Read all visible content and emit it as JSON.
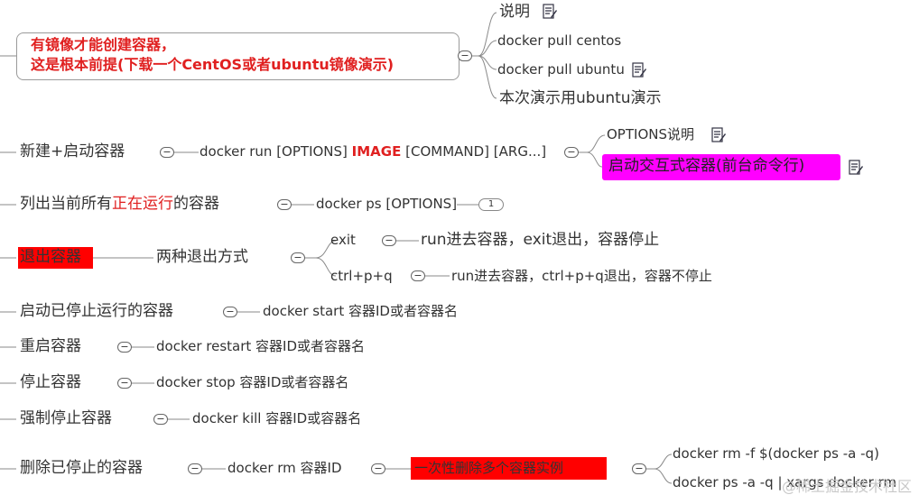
{
  "root": {
    "line1": "有镜像才能创建容器，",
    "line2": "这是根本前提(下载一个CentOS或者ubuntu镜像演示)",
    "children": [
      "说明",
      "docker pull centos",
      "docker pull ubuntu",
      "本次演示用ubuntu演示"
    ]
  },
  "run": {
    "label": "新建+启动容器",
    "cmd_pre": "docker run [OPTIONS] ",
    "cmd_image": "IMAGE",
    "cmd_post": " [COMMAND] [ARG...]",
    "options_note": "OPTIONS说明",
    "interactive": "启动交互式容器(前台命令行)"
  },
  "ps": {
    "label_pre": "列出当前所有",
    "label_red": "正在运行",
    "label_post": "的容器",
    "cmd": "docker ps [OPTIONS]",
    "badge": "1"
  },
  "exit_topic": {
    "label": "退出容器",
    "ways": "两种退出方式",
    "exit": "exit",
    "exit_desc": "run进去容器，exit退出，容器停止",
    "ctrl": "ctrl+p+q",
    "ctrl_desc": "run进去容器，ctrl+p+q退出，容器不停止"
  },
  "start": {
    "label": "启动已停止运行的容器",
    "cmd": "docker start 容器ID或者容器名"
  },
  "restart": {
    "label": "重启容器",
    "cmd": "docker restart 容器ID或者容器名"
  },
  "stop": {
    "label": "停止容器",
    "cmd": "docker stop 容器ID或者容器名"
  },
  "kill": {
    "label": "强制停止容器",
    "cmd": "docker kill 容器ID或容器名"
  },
  "rm": {
    "label": "删除已停止的容器",
    "cmd": "docker rm 容器ID",
    "bulk": "一次性删除多个容器实例",
    "bulk1": "docker rm -f $(docker ps -a -q)",
    "bulk2": "docker ps -a -q | xargs docker rm"
  },
  "watermark": "@稀土掘金技术社区",
  "colors": {
    "accent_red": "#e02020",
    "highlight_red": "#ff0000",
    "highlight_magenta": "#ff00ff"
  },
  "icons": {
    "note": "note-icon",
    "collapse": "collapse-toggle-icon"
  }
}
